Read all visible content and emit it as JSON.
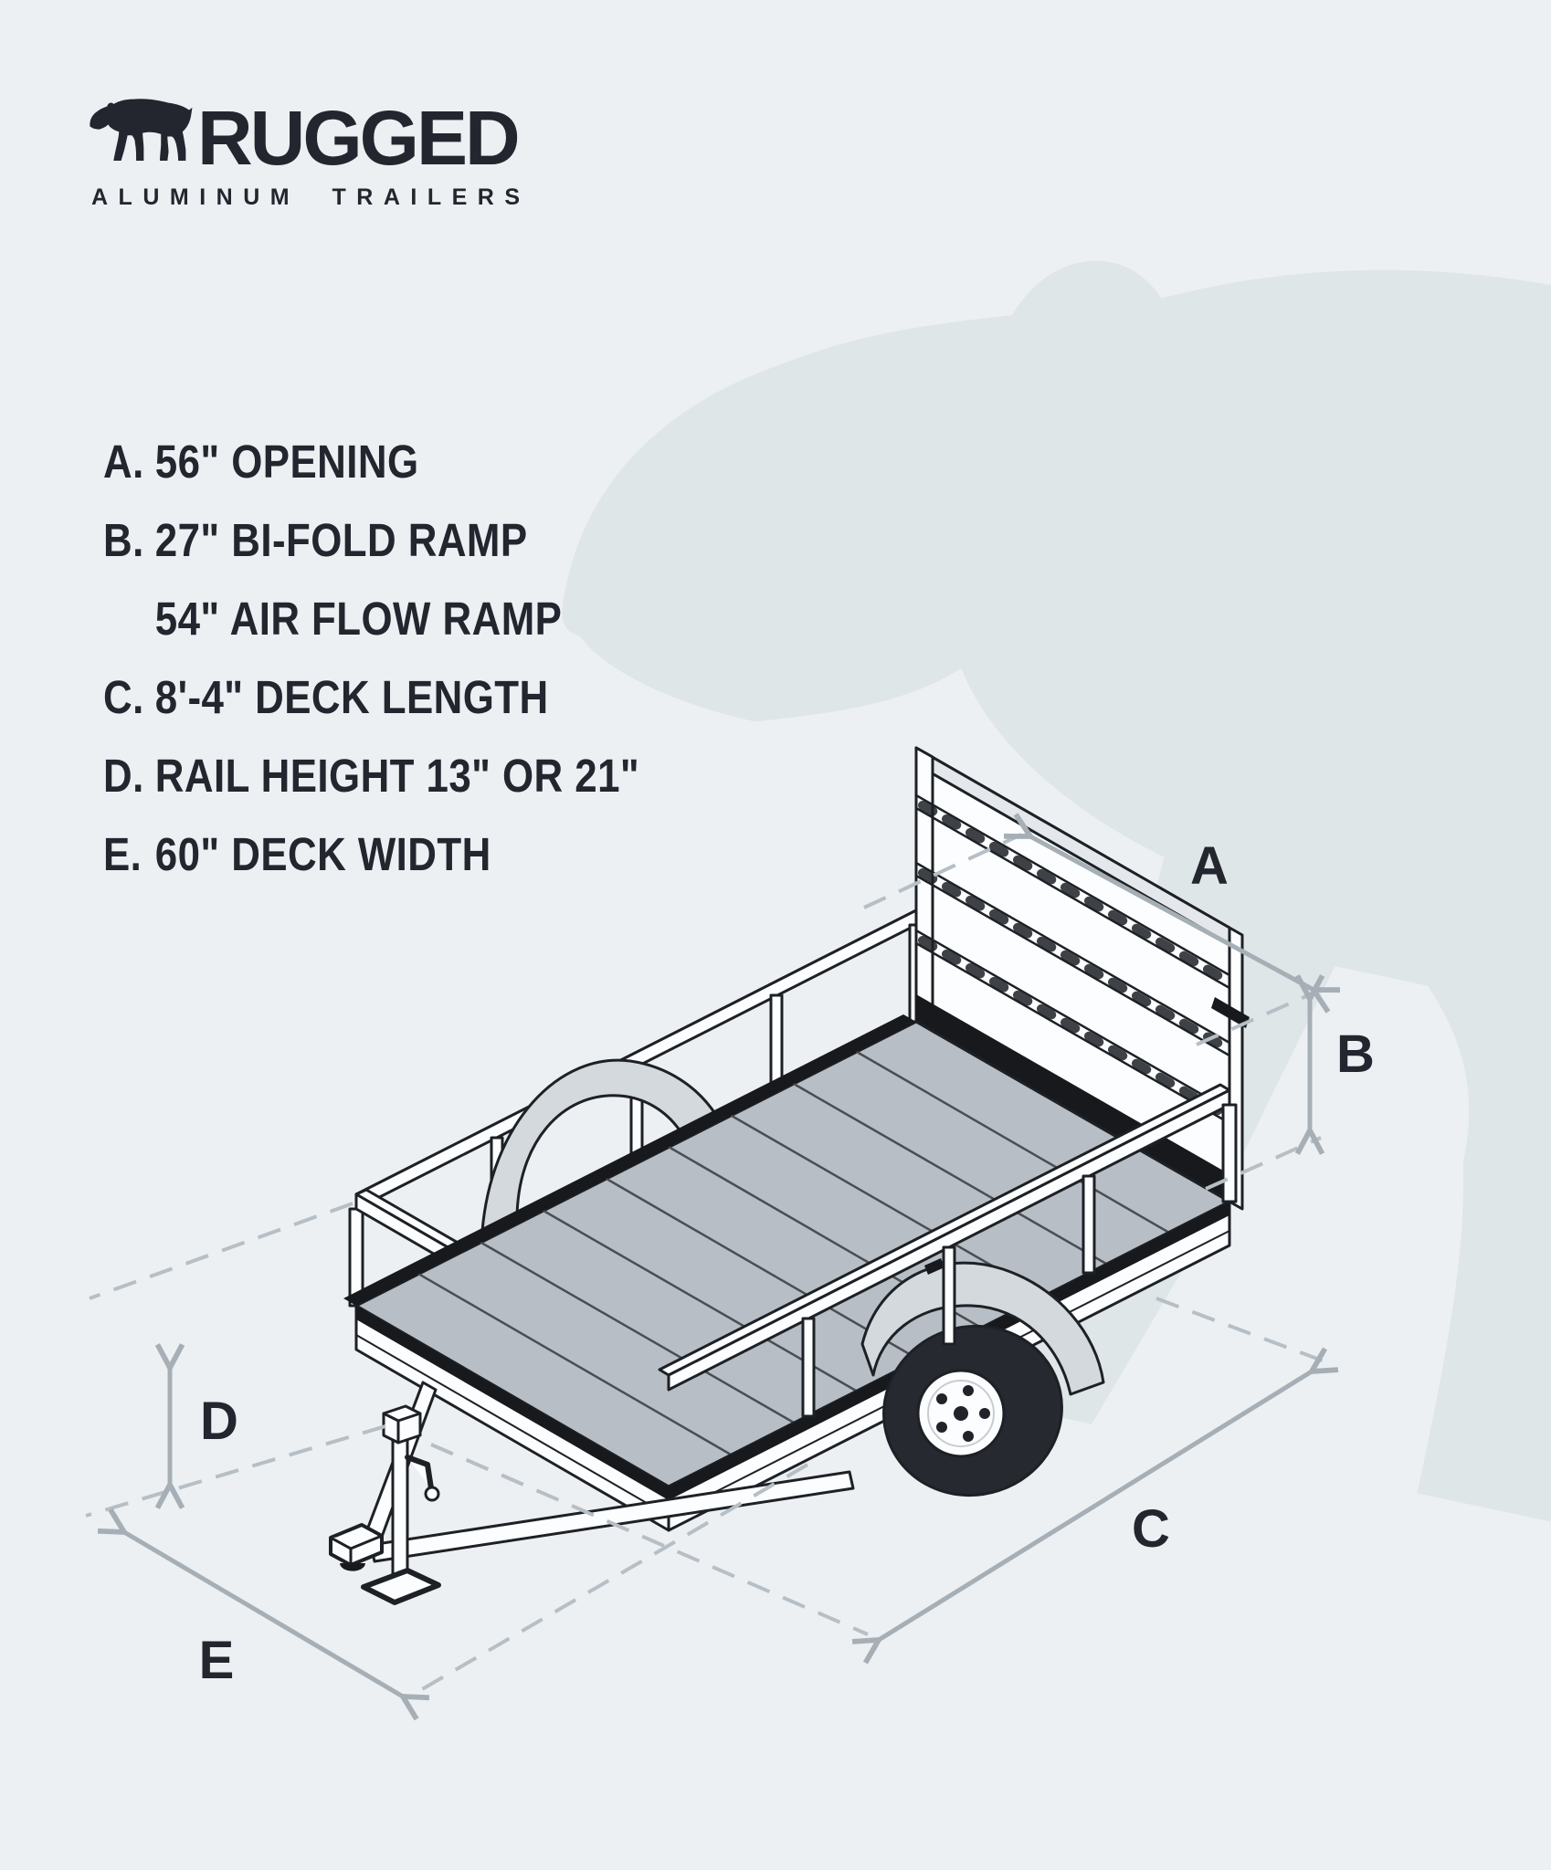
{
  "logo": {
    "brand": "RUGGED",
    "tagline": "ALUMINUM TRAILERS",
    "bear_icon": "bear-silhouette-icon"
  },
  "spec_list": {
    "rows": [
      {
        "key": "A.",
        "text": "56\" OPENING"
      },
      {
        "key": "B.",
        "text": "27\" BI-FOLD RAMP"
      },
      {
        "key": "",
        "text": "54\" AIR FLOW RAMP"
      },
      {
        "key": "C.",
        "text": "8'-4\" DECK LENGTH"
      },
      {
        "key": "D.",
        "text": "RAIL HEIGHT 13\" OR 21\""
      },
      {
        "key": "E.",
        "text": "60\" DECK WIDTH"
      }
    ]
  },
  "diagram": {
    "dimension_labels": {
      "a": "A",
      "b": "B",
      "c": "C",
      "d": "D",
      "e": "E"
    },
    "subject": "isometric single-axle utility trailer with bi-fold ramp gate"
  },
  "palette": {
    "background": "#edf0f3",
    "watermark": "#dfe6e8",
    "ink": "#23262e",
    "line": "#1d2126",
    "white": "#fcfdfe",
    "deck": "#b7bec5",
    "plank_line": "#4a4e54",
    "band": "#17191d",
    "fender": "#d3d9dd",
    "tire": "#26292f",
    "arrow": "#a6afb6",
    "dash": "#b6bfc5"
  }
}
